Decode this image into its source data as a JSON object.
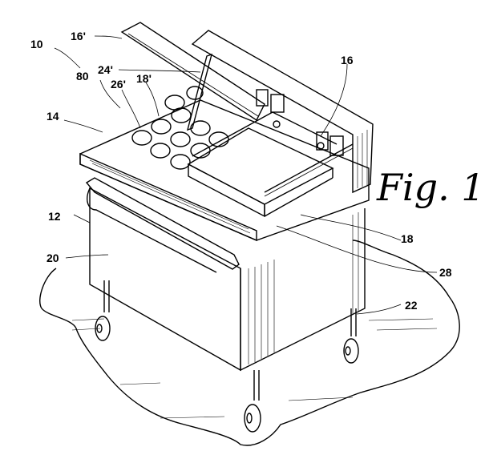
{
  "figure": {
    "title": "Fig. 1",
    "labels": {
      "l10": "10",
      "l16p": "16'",
      "l24p": "24'",
      "l16": "16",
      "l80": "80",
      "l26p": "26'",
      "l18p": "18'",
      "l14": "14",
      "l12": "12",
      "l20": "20",
      "l18": "18",
      "l28": "28",
      "l22": "22"
    },
    "colors": {
      "ink": "#000000",
      "paper": "#ffffff"
    }
  }
}
